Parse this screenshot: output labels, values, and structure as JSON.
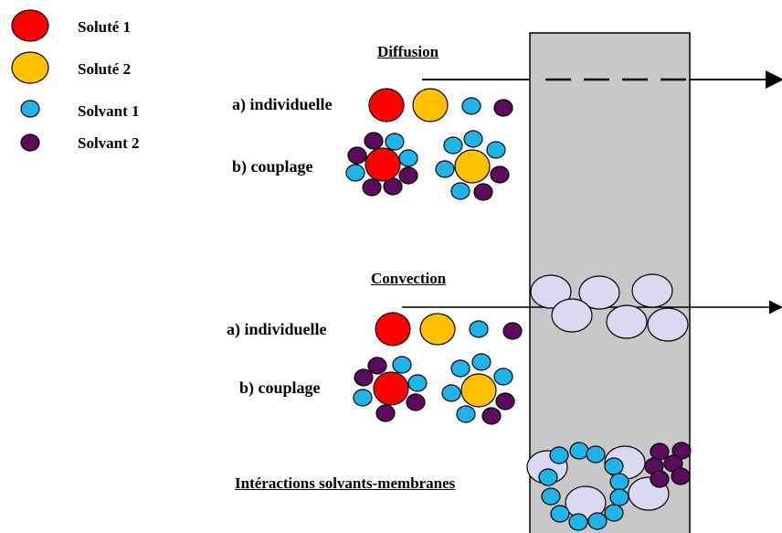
{
  "legend": [
    {
      "label": "Soluté 1",
      "color": "#ff0000"
    },
    {
      "label": "Soluté 2",
      "color": "#ffc000"
    },
    {
      "label": "Solvant 1",
      "color": "#1fb4e8"
    },
    {
      "label": "Solvant 2",
      "color": "#5c0a5c"
    }
  ],
  "sections": {
    "diffusion": {
      "title": "Diffusion",
      "row_a": "a) individuelle",
      "row_b": "b) couplage"
    },
    "convection": {
      "title": "Convection",
      "row_a": "a) individuelle",
      "row_b": "b) couplage"
    },
    "interactions": {
      "title": "Intéractions solvants-membranes"
    }
  },
  "colors": {
    "solute1": "#ff0000",
    "solute2": "#ffc000",
    "solvent1": "#1fb4e8",
    "solvent2": "#5c0a5c",
    "membrane": "#c8c8c8",
    "pore": "#d9d9f2"
  }
}
